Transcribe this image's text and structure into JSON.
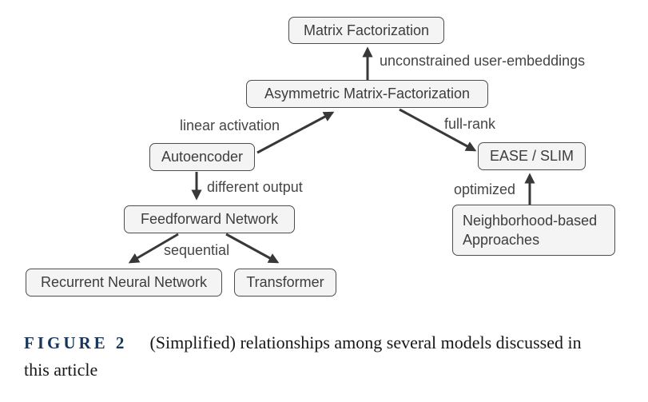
{
  "nodes": {
    "matrix_factorization": "Matrix Factorization",
    "asymmetric_mf": "Asymmetric Matrix-Factorization",
    "autoencoder": "Autoencoder",
    "ease_slim": "EASE / SLIM",
    "feedforward": "Feedforward Network",
    "rnn": "Recurrent Neural Network",
    "transformer": "Transformer",
    "neighborhood_line1": "Neighborhood-based",
    "neighborhood_line2": "Approaches"
  },
  "edges": {
    "unconstrained": "unconstrained user-embeddings",
    "linear_activation": "linear activation",
    "full_rank": "full-rank",
    "different_output": "different output",
    "optimized": "optimized",
    "sequential": "sequential"
  },
  "caption": {
    "label": "FIGURE 2",
    "text": "(Simplified) relationships among several models discussed in this article"
  },
  "colors": {
    "box_fill": "#f4f4f4",
    "box_border": "#4d4d4d",
    "node_text": "#3d3d3d",
    "arrow": "#383838",
    "caption_label": "#17365d",
    "caption_text": "#171717",
    "background": "#ffffff"
  }
}
